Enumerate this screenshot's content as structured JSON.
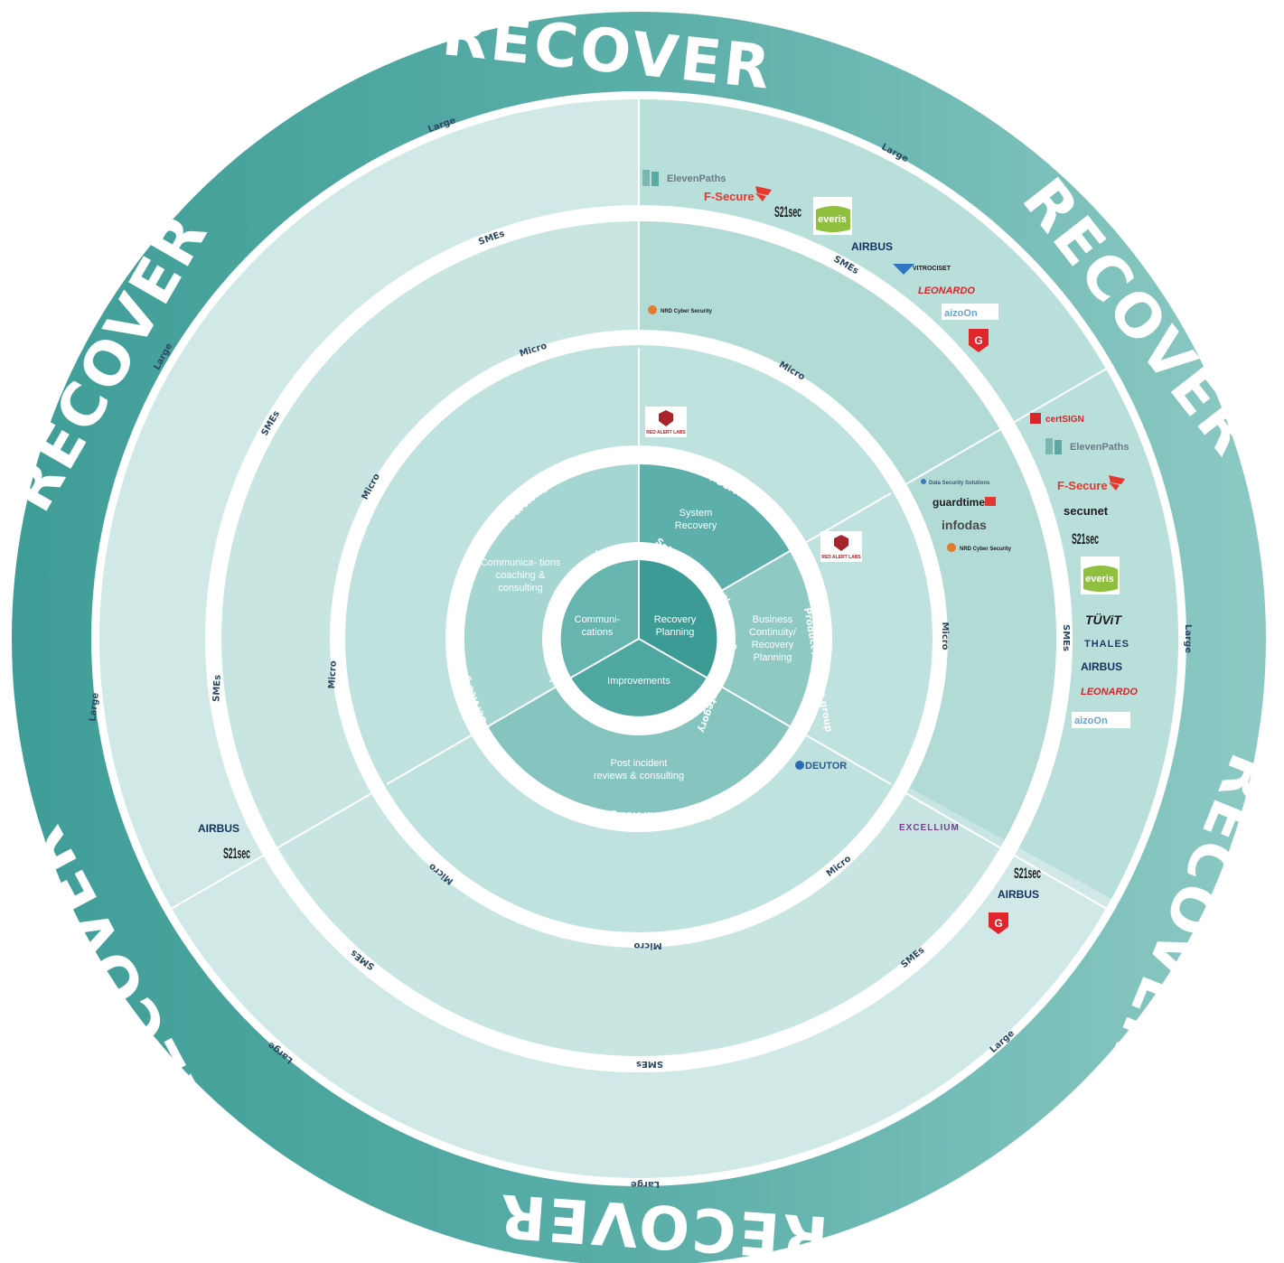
{
  "ring_title": "RECOVER",
  "ring_labels": {
    "large": "Large",
    "smes": "SMEs",
    "micro": "Micro",
    "product_service_group": "Product / Service group",
    "solution_category": "Solution category"
  },
  "solution_categories": {
    "recovery_planning": "Recovery Planning",
    "communications": "Communi- cations",
    "improvements": "Improvements"
  },
  "product_groups": {
    "system_recovery": "System Recovery",
    "business_continuity": "Business Continuity/ Recovery Planning",
    "post_incident": "Post incident reviews & consulting",
    "communications_coaching": "Communica- tions coaching & consulting"
  },
  "companies": {
    "eleven_paths": "ElevenPaths",
    "f_secure": "F-Secure",
    "s21sec": "S21sec",
    "everis": "everis",
    "airbus": "AIRBUS",
    "vitrociset": "VITROCISET",
    "leonardo": "LEONARDO",
    "aizoon": "aizoOn",
    "gdata": "G DATA",
    "nrd": "NRD Cyber Security",
    "red_alert_labs": "RED ALERT LABS",
    "certsign": "certSIGN",
    "secunet": "secunet",
    "tuvit": "TÜViT",
    "thales": "THALES",
    "data_security_solutions": "Data Security Solutions",
    "guardtime": "guardtime",
    "infodas": "infodas",
    "deutor": "DEUTOR",
    "excellium": "EXCELLIUM"
  },
  "colors": {
    "outer_ring": "#6bb8b2",
    "band_right": "#b8deda",
    "band_left": "#d1e9e6",
    "mid_ring": "#c4e3df",
    "product": "#8ec9c3",
    "product_highlight": "#5cafaa",
    "center": "#57aca5",
    "center_highlight": "#3c9b95"
  }
}
